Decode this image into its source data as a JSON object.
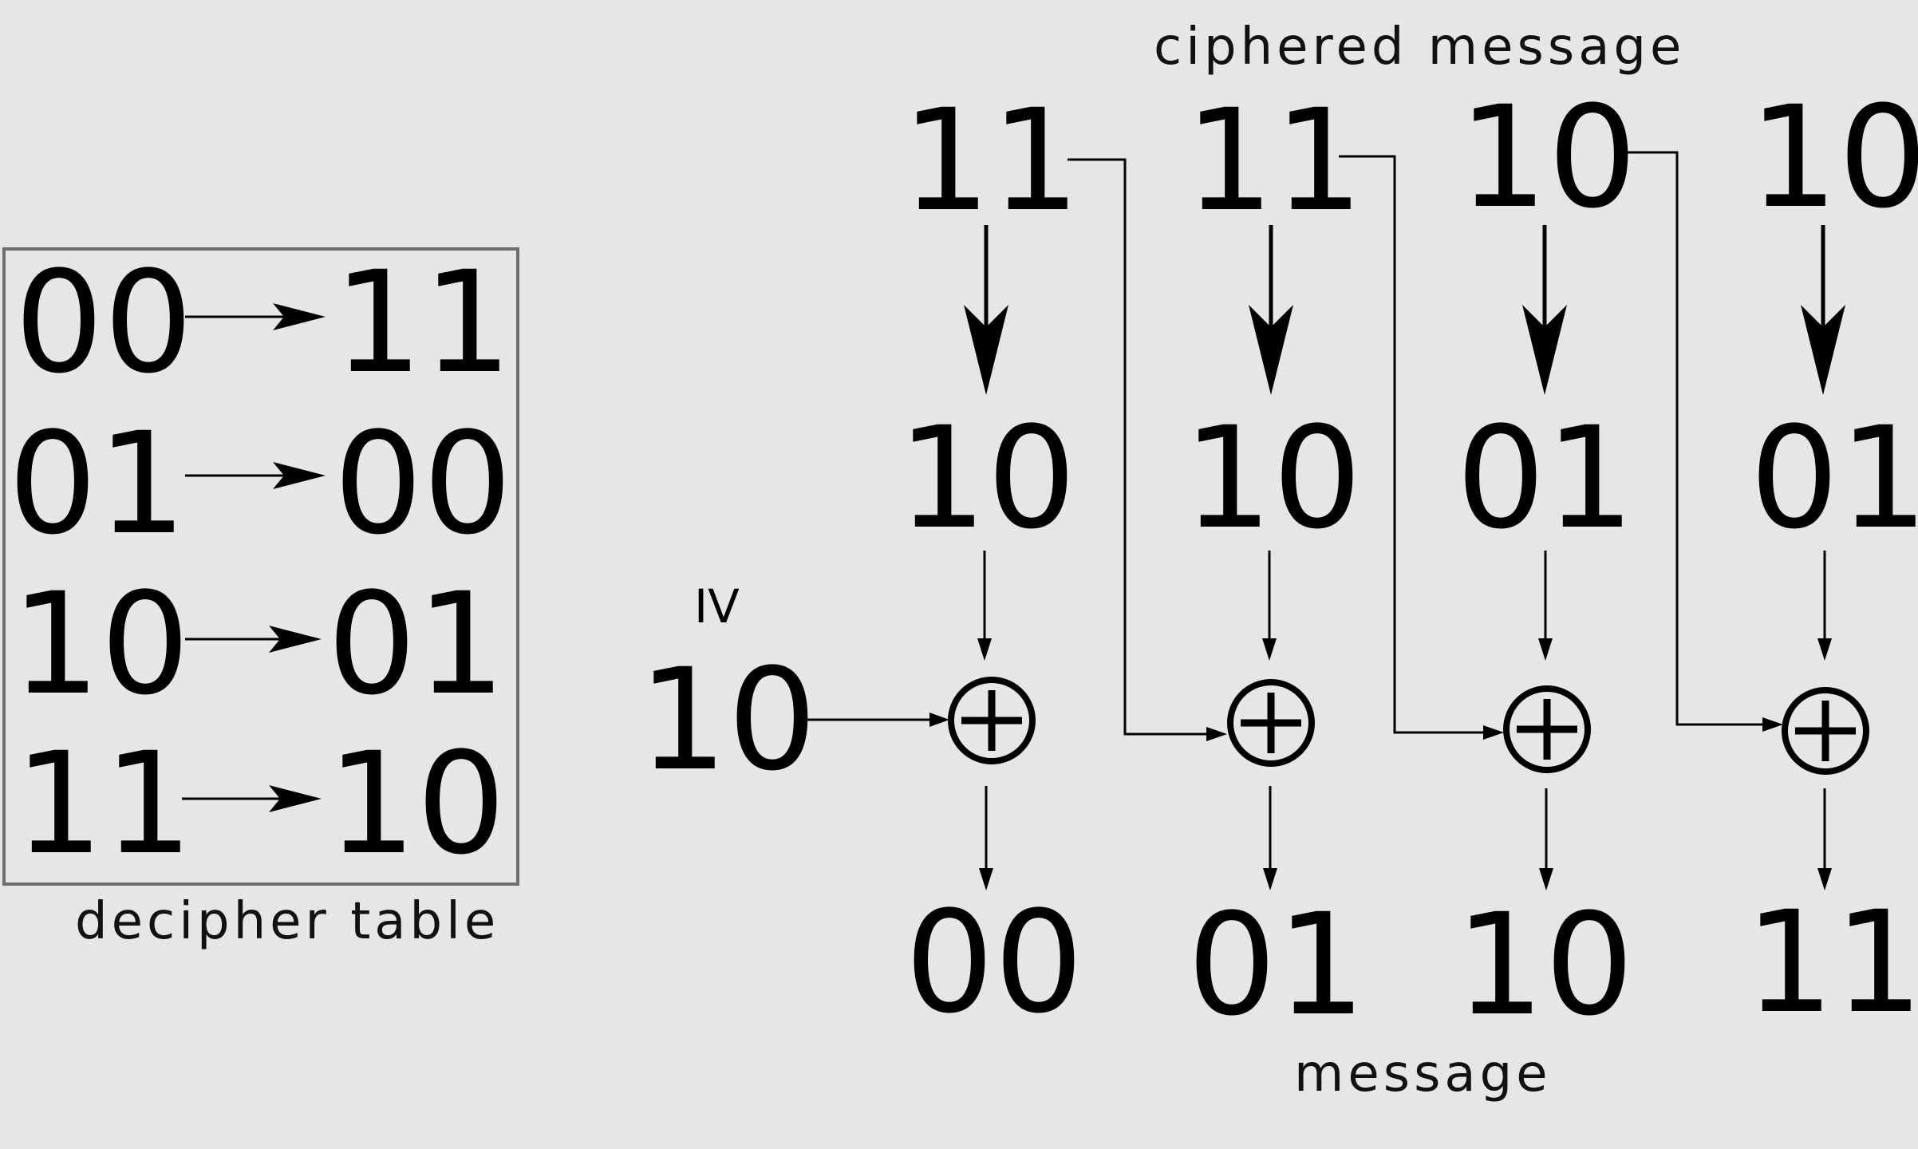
{
  "decipher_table": {
    "caption": "decipher table",
    "rows": [
      {
        "from": "00",
        "to": "11"
      },
      {
        "from": "01",
        "to": "00"
      },
      {
        "from": "10",
        "to": "01"
      },
      {
        "from": "11",
        "to": "10"
      }
    ]
  },
  "iv": {
    "label": "IV",
    "value": "10"
  },
  "ciphered_message": {
    "caption": "ciphered message",
    "blocks": [
      "11",
      "11",
      "10",
      "10"
    ]
  },
  "deciphered_blocks": [
    "10",
    "10",
    "01",
    "01"
  ],
  "xor_symbol": "xor-circle-plus-icon",
  "message": {
    "caption": "message",
    "blocks": [
      "00",
      "01",
      "10",
      "11"
    ]
  }
}
